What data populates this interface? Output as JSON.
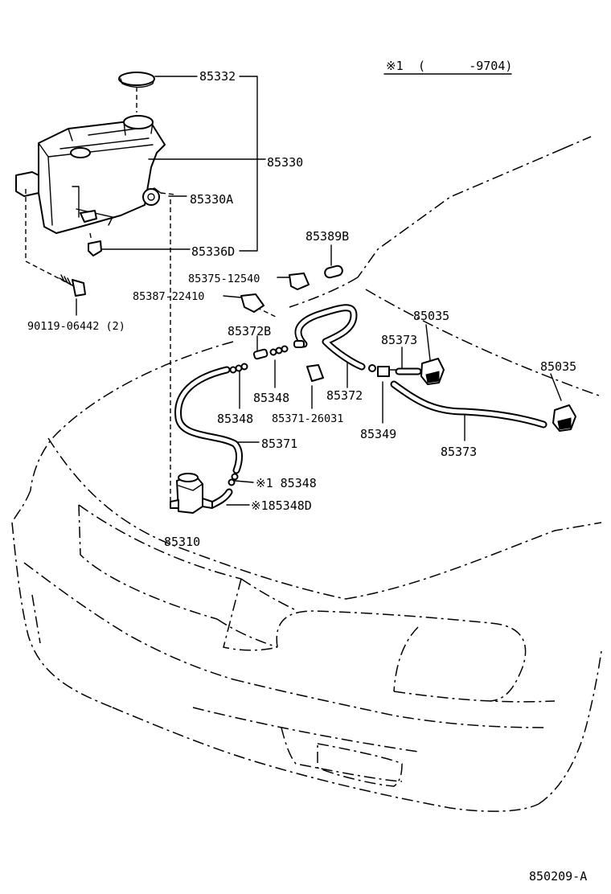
{
  "note": {
    "mark": "※1",
    "range": "(      -9704)"
  },
  "labels": {
    "cap": "85332",
    "tank": "85330",
    "grommet": "85330A",
    "tank_grommet": "85336D",
    "bolt": "90119-06442 (2)",
    "joint_b": "85389B",
    "clamp": "85375-12540",
    "clamp2": "85387-22410",
    "joint_a": "85372B",
    "nozzle_l": "85035",
    "nozzle_r": "85035",
    "hose_r": "85373",
    "hose_r2": "85373",
    "joint_c": "85348",
    "joint_d": "85348",
    "hose_mid": "85372",
    "check_valve": "85349",
    "clip": "85371-26031",
    "hose_main": "85371",
    "joint_e": "※1 85348",
    "joint_f": "※185348D",
    "pump": "85310"
  },
  "figure_code": "850209-A"
}
